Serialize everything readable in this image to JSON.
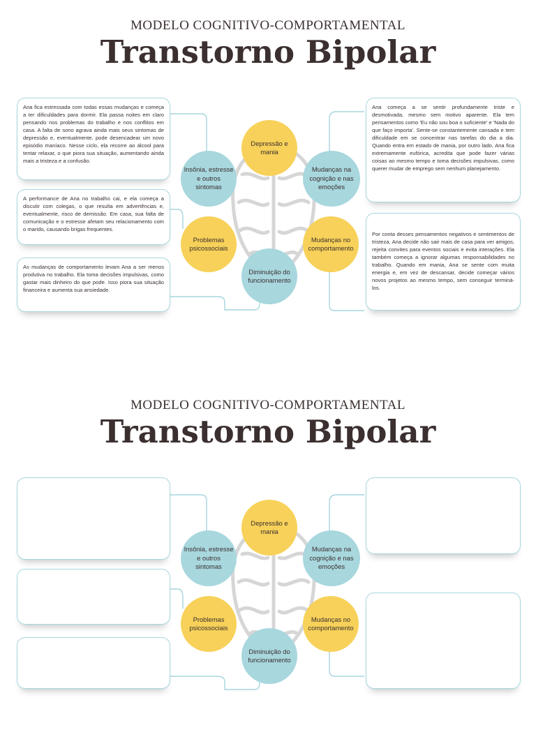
{
  "sheets": [
    {
      "subtitle": "MODELO COGNITIVO-COMPORTAMENTAL",
      "title": "Transtorno Bipolar",
      "nodes": {
        "depressao": "Depressão e mania",
        "insonia": "Insônia, estresse e outros sintomas",
        "cognicao": "Mudanças na cognição e nas emoções",
        "psicossociais": "Problemas psicossociais",
        "comportamento": "Mudanças no comportamento",
        "funcionamento": "Diminuição do funcionamento"
      },
      "boxes": {
        "top_left": "Ana fica estressada com todas essas mudanças e começa a ter dificuldades para dormir. Ela passa noites em claro pensando nos problemas do trabalho e nos conflitos em casa. A falta de sono agrava ainda mais seus sintomas de depressão e, eventualmente, pode desencadear um novo episódio maníaco. Nesse ciclo, ela recorre ao álcool para tentar relaxar, o que piora sua situação, aumentando ainda mais a tristeza e a confusão.",
        "mid_left": "A performance de Ana no trabalho cai, e ela começa a discutir com colegas, o que resulta em advertências e, eventualmente, risco de demissão. Em casa, sua falta de comunicação e o estresse afetam seu relacionamento com o marido, causando brigas frequentes.",
        "bottom_left": "As mudanças de comportamento levam Ana a ser menos produtiva no trabalho. Ela toma decisões impulsivas, como gastar mais dinheiro do que pode. Isso piora sua situação financeira e aumenta sua ansiedade.",
        "top_right": "Ana começa a se sentir profundamente triste e desmotivada, mesmo sem motivo aparente. Ela tem pensamentos como 'Eu não sou boa o suficiente' e 'Nada do que faço importa'. Sente-se constantemente cansada e tem dificuldade em se concentrar nas tarefas do dia a dia. Quando entra em estado de mania, por outro lado, Ana fica extremamente eufórica, acredita que pode fazer várias coisas ao mesmo tempo e toma decisões impulsivas, como querer mudar de emprego sem nenhum planejamento.",
        "bottom_right": "Por conta desses pensamentos negativos e sentimentos de tristeza, Ana decide não sair mais de casa para ver amigos, rejeita convites para eventos sociais e evita interações. Ela também começa a ignorar algumas responsabilidades no trabalho. Quando em mania, Ana se sente com muita energia e, em vez de descansar, decide começar vários novos projetos ao mesmo tempo, sem conseguir terminá-los."
      }
    },
    {
      "subtitle": "MODELO COGNITIVO-COMPORTAMENTAL",
      "title": "Transtorno Bipolar",
      "nodes": {
        "depressao": "Depressão e mania",
        "insonia": "Insônia, estresse e outros sintomas",
        "cognicao": "Mudanças na cognição e nas emoções",
        "psicossociais": "Problemas psicossociais",
        "comportamento": "Mudanças no comportamento",
        "funcionamento": "Diminuição do funcionamento"
      },
      "boxes": {
        "top_left": "",
        "mid_left": "",
        "bottom_left": "",
        "top_right": "",
        "bottom_right": ""
      }
    }
  ],
  "colors": {
    "yellow": "#f7d159",
    "blue": "#a8d7de",
    "border": "#a6d6de",
    "title": "#3b2f2f"
  }
}
